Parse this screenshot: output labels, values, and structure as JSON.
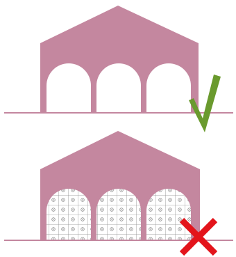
{
  "colors": {
    "building": "#c4879f",
    "ground_line": "#c4879f",
    "background": "#ffffff",
    "pattern_stroke": "#8a8a8a",
    "check": "#6a9a2e",
    "cross": "#e3141b"
  },
  "panels": [
    {
      "arch_count": 3,
      "arch_fill": "open",
      "verdict_icon": "check-mark-icon",
      "verdict": "correct"
    },
    {
      "arch_count": 3,
      "arch_fill": "patterned",
      "verdict_icon": "cross-mark-icon",
      "verdict": "incorrect"
    }
  ]
}
